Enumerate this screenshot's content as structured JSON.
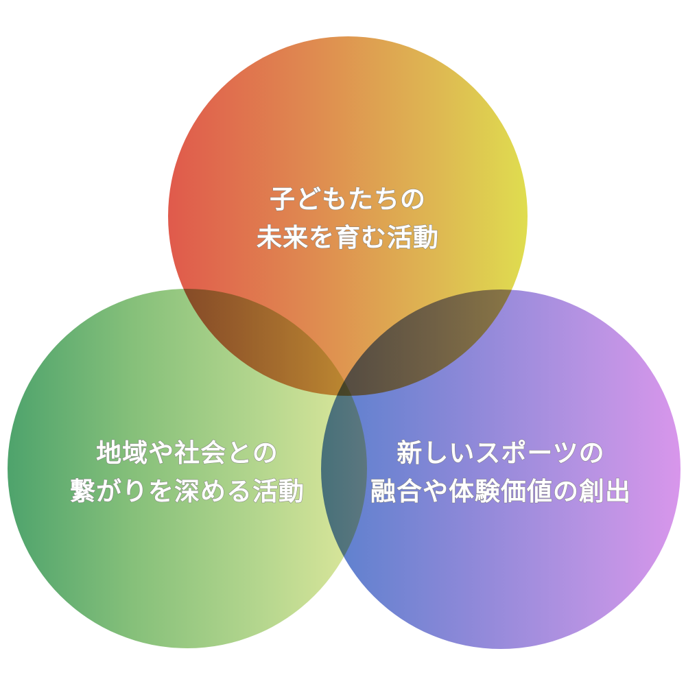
{
  "diagram": {
    "type": "venn",
    "circles": [
      {
        "id": "top",
        "lines": [
          "子どもたちの",
          "未来を育む活動"
        ],
        "gradient": {
          "from": "#e05a4c",
          "to": "#dfdd4f"
        }
      },
      {
        "id": "left",
        "lines": [
          "地域や社会との",
          "繋がりを深める活動"
        ],
        "gradient": {
          "from": "#4ea36c",
          "to": "#dfe89c"
        }
      },
      {
        "id": "right",
        "lines": [
          "新しいスポーツの",
          "融合や体験価値の創出"
        ],
        "gradient": {
          "from": "#5980cd",
          "to": "#d896eb"
        }
      }
    ]
  }
}
